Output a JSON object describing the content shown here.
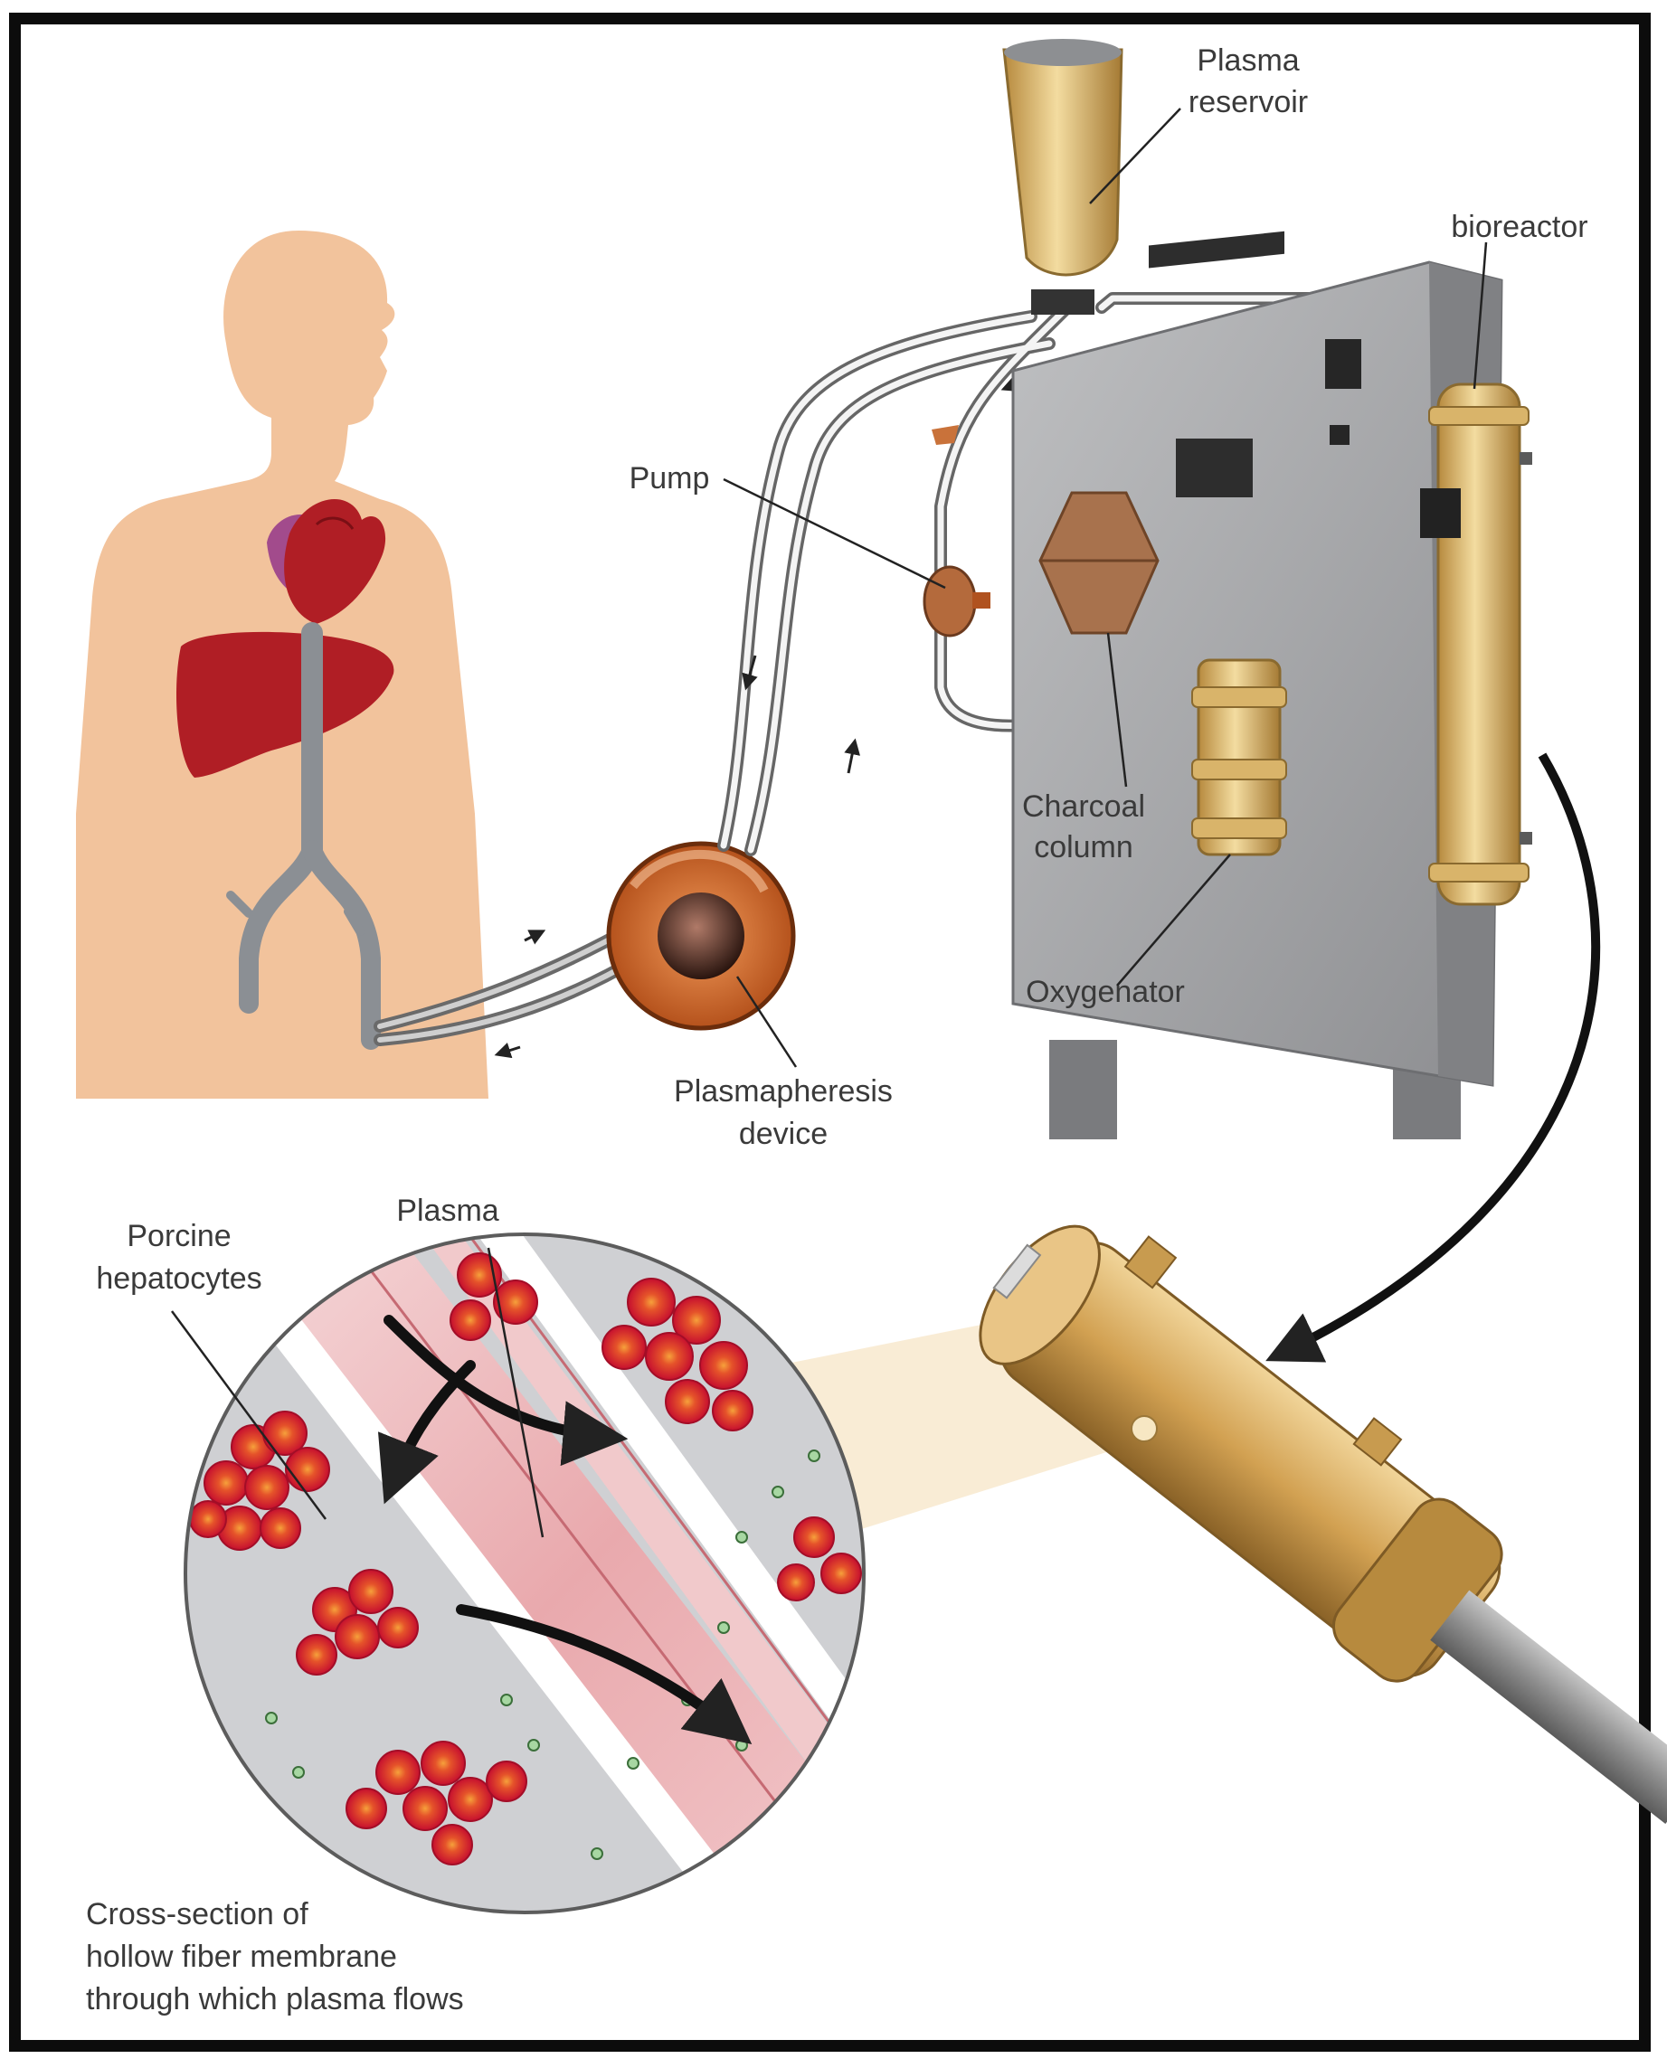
{
  "labels": {
    "plasma_reservoir": [
      "Plasma",
      "reservoir"
    ],
    "bioreactor": "bioreactor",
    "pump": "Pump",
    "charcoal_column": [
      "Charcoal",
      "column"
    ],
    "oxygenator": "Oxygenator",
    "plasmapheresis_device": [
      "Plasmapheresis",
      "device"
    ],
    "plasma": "Plasma",
    "porcine_hepatocytes": [
      "Porcine",
      "hepatocytes"
    ],
    "cross_section": [
      "Cross-section of",
      "hollow fiber membrane",
      "through which plasma flows"
    ]
  },
  "colors": {
    "skin": "#f2c39c",
    "organ": "#b01e25",
    "gold_device": "#d9b46a",
    "cabinet": "#a9aaac",
    "cell_red": "#c8102e",
    "membrane_pink": "#eebcc0",
    "frame": "#0c0c0c"
  }
}
